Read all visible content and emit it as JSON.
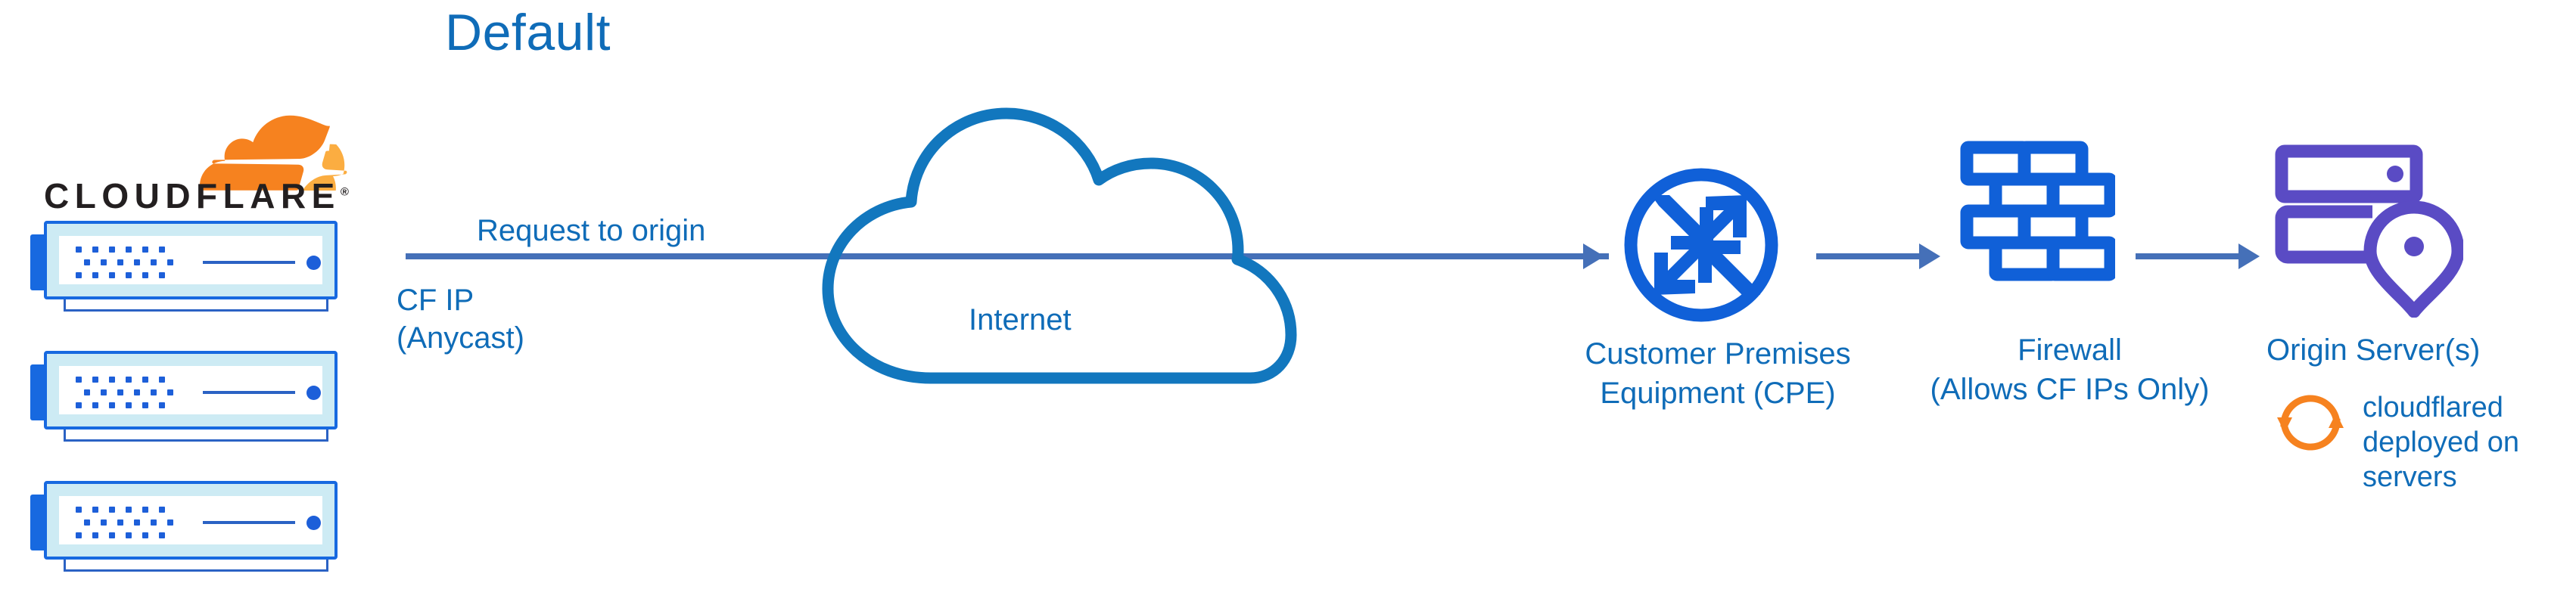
{
  "title": "Default",
  "brand": {
    "wordmark": "CLOUDFLARE",
    "registered": "®",
    "logo_orange": "#F6821F",
    "logo_orange_light": "#FBAD41",
    "wordmark_color": "#231F20"
  },
  "colors": {
    "text_blue": "#0F6CB8",
    "icon_blue": "#1060D8",
    "line_blue": "#4570B8",
    "rack_blue": "#1769E0",
    "rack_fill": "#CDEBF4",
    "origin_purple": "#5A4BC4",
    "cloudflared_orange": "#F6821F"
  },
  "racks": [
    {
      "name": "cloudflare-edge-server-1"
    },
    {
      "name": "cloudflare-edge-server-2"
    },
    {
      "name": "cloudflare-edge-server-3"
    }
  ],
  "flow": {
    "request_label": "Request to origin",
    "cf_ip_label": "CF IP\n(Anycast)",
    "cf_ip_line1": "CF IP",
    "cf_ip_line2": "(Anycast)"
  },
  "nodes": {
    "internet": {
      "label": "Internet",
      "icon": "cloud-outline-icon"
    },
    "cpe": {
      "label": "Customer Premises Equipment (CPE)",
      "line1": "Customer Premises",
      "line2": "Equipment (CPE)",
      "icon": "router-circle-arrows-icon"
    },
    "firewall": {
      "label": "Firewall (Allows CF IPs Only)",
      "line1": "Firewall",
      "line2": "(Allows CF IPs Only)",
      "icon": "brick-wall-icon"
    },
    "origin": {
      "label": "Origin Server(s)",
      "icon": "server-stack-pin-icon"
    },
    "cloudflared": {
      "label": "cloudflared deployed on servers",
      "icon": "sync-arrows-icon"
    }
  }
}
